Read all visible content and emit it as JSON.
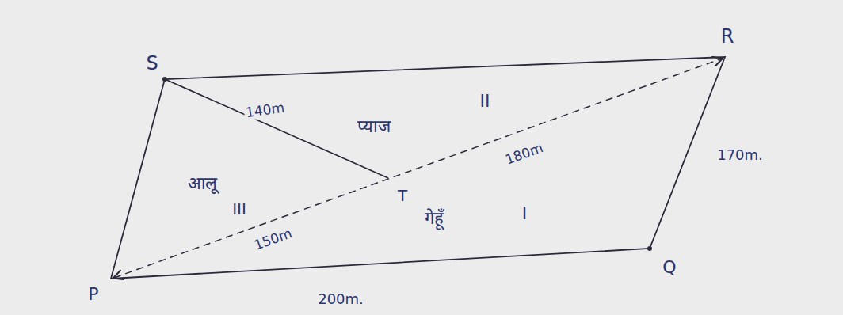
{
  "diagram": {
    "labels": [
      "S",
      "R",
      "140m",
      "प्याज",
      "II",
      "180m",
      "170m.",
      "आलू",
      "III",
      "T",
      "150m",
      "गेहूँ",
      "I",
      "Q",
      "P",
      "200m."
    ]
  }
}
